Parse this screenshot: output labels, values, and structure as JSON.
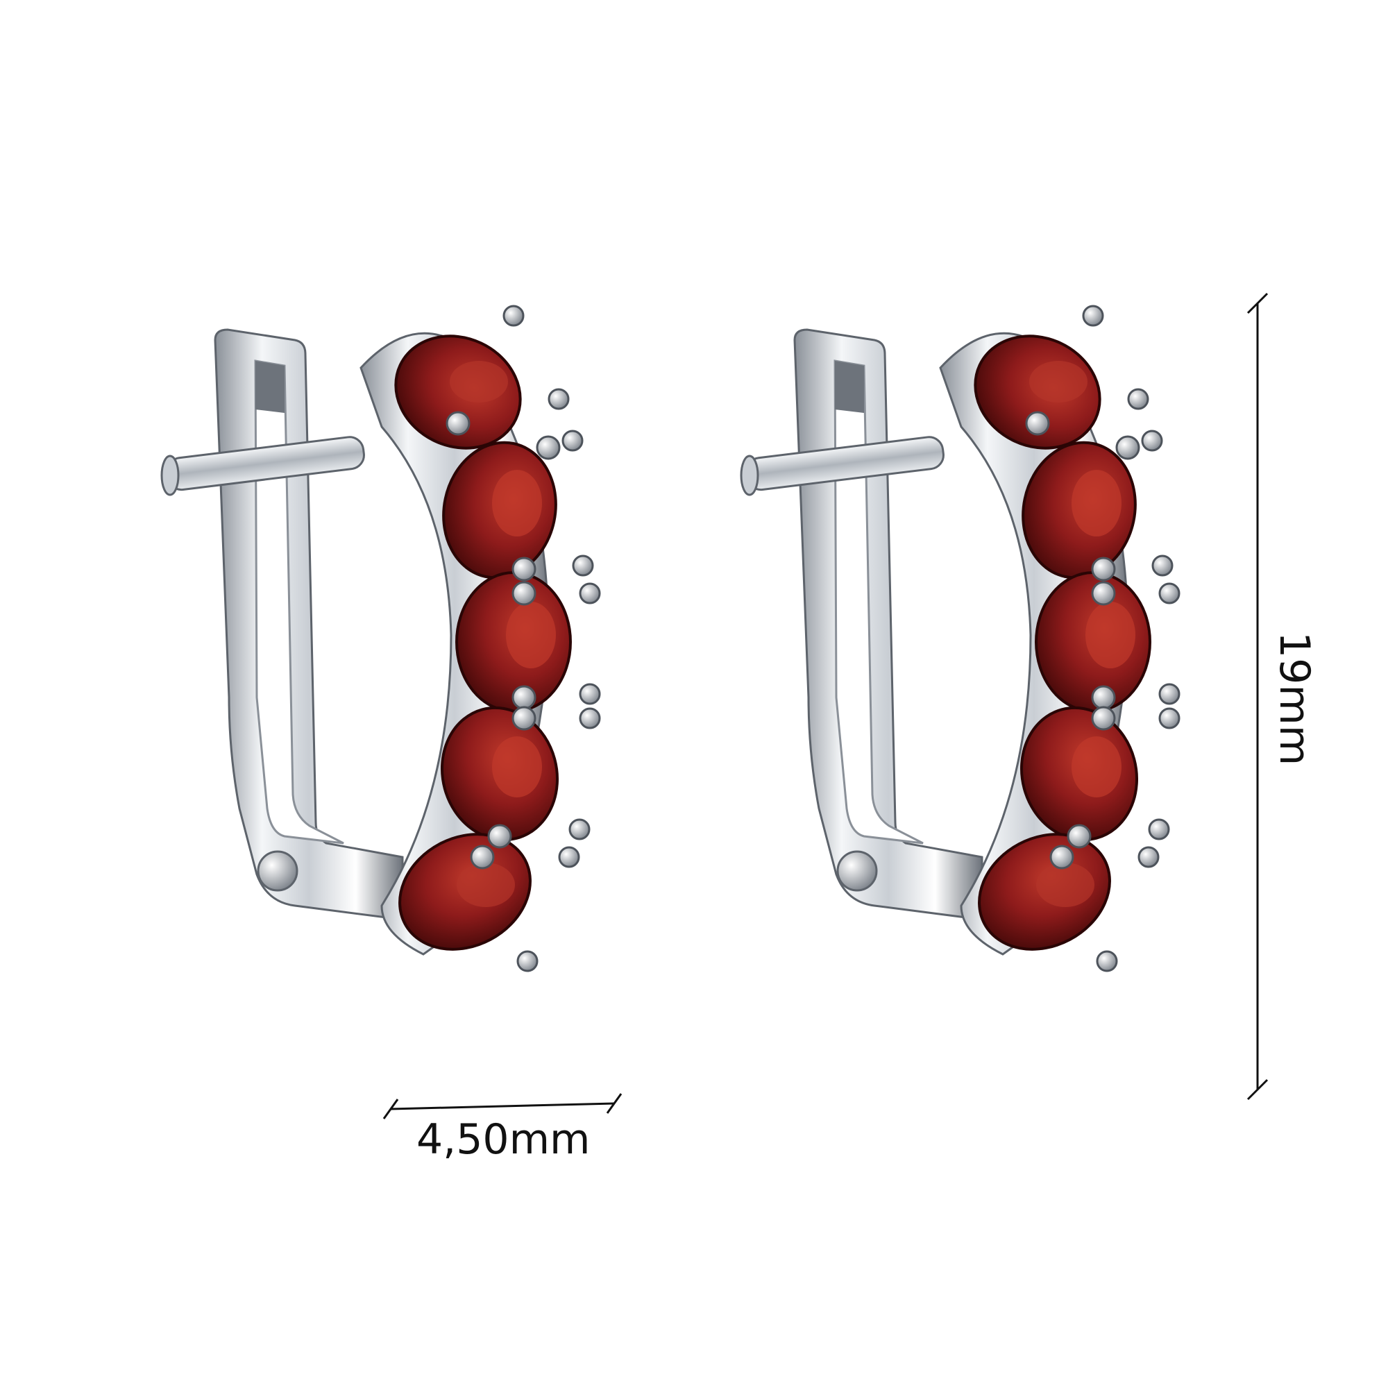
{
  "dimensions": {
    "width_label": "4,50mm",
    "height_label": "19mm"
  },
  "colors": {
    "background": "#ffffff",
    "metal_light": "#f4f6f8",
    "metal_mid": "#c9ced4",
    "metal_dark": "#6d737b",
    "stone_light": "#c0392b",
    "stone_mid": "#8e1b1b",
    "stone_dark": "#3d0707",
    "line": "#111111"
  },
  "product": {
    "icon": "earring-pair",
    "stones_per_earring": 5
  }
}
